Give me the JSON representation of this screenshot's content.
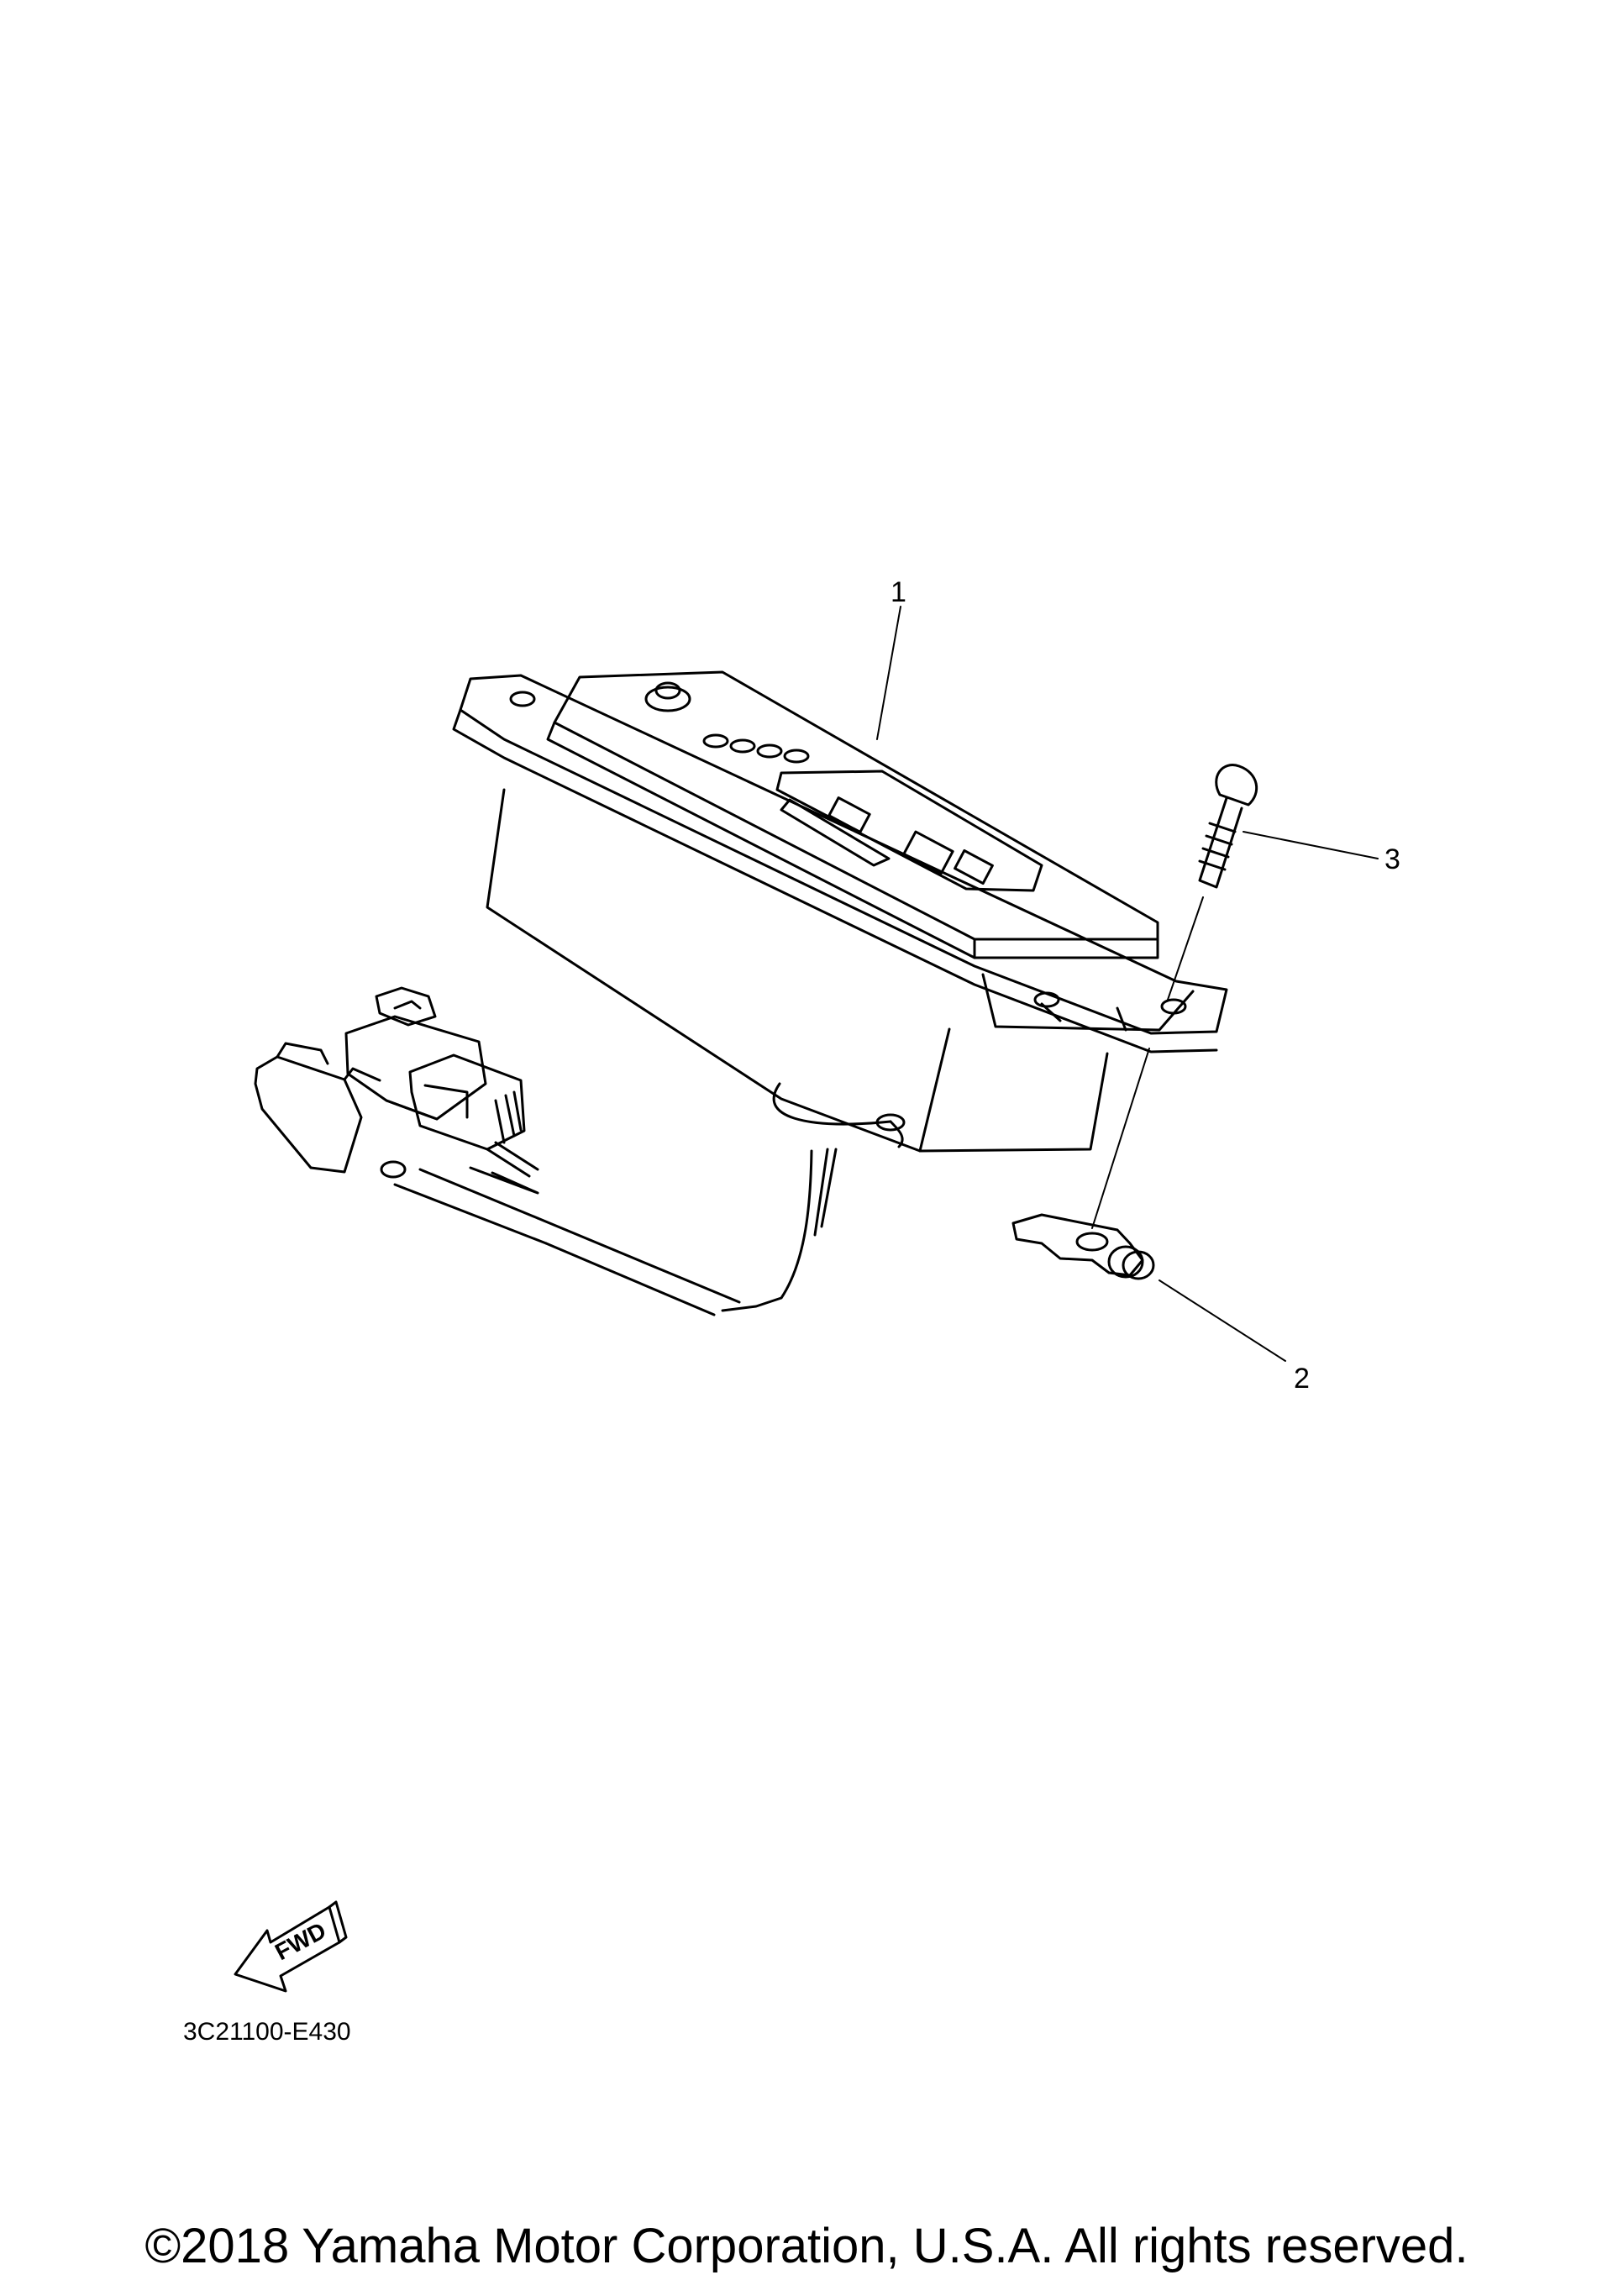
{
  "callouts": {
    "part1": "1",
    "part2": "2",
    "part3": "3"
  },
  "fwd_label": "FWD",
  "drawing_code": "3C21100-E430",
  "copyright": "©2018 Yamaha Motor Corporation, U.S.A. All rights reserved."
}
